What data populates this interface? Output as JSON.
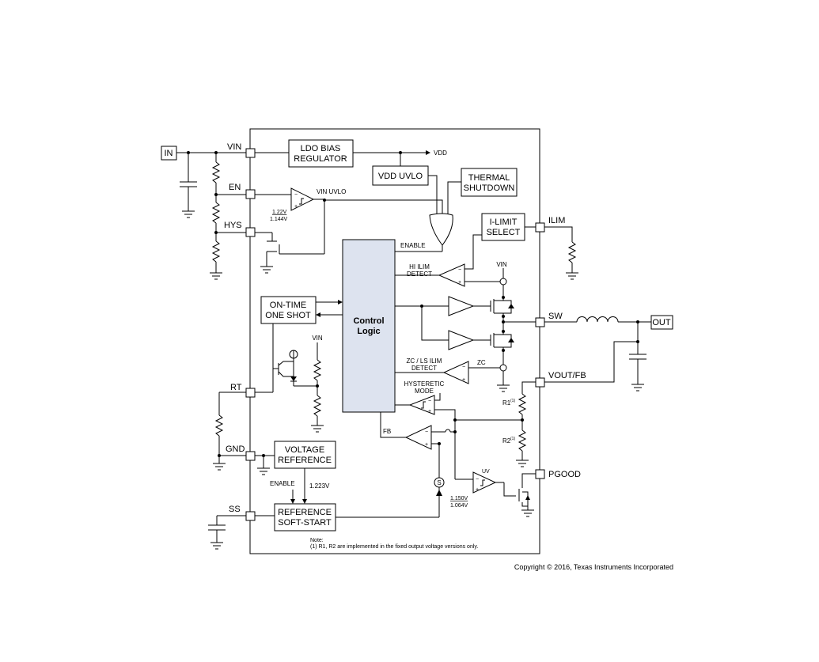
{
  "pins": {
    "vin": "VIN",
    "en": "EN",
    "hys": "HYS",
    "rt": "RT",
    "gnd": "GND",
    "ss": "SS",
    "ilim": "ILIM",
    "sw": "SW",
    "vout_fb": "VOUT/FB",
    "pgood": "PGOOD"
  },
  "terminals": {
    "in": "IN",
    "out": "OUT"
  },
  "blocks": {
    "ldo_line1": "LDO BIAS",
    "ldo_line2": "REGULATOR",
    "vdd_uvlo": "VDD UVLO",
    "thermal_line1": "THERMAL",
    "thermal_line2": "SHUTDOWN",
    "ilimit_line1": "I-LIMIT",
    "ilimit_line2": "SELECT",
    "ontime_line1": "ON-TIME",
    "ontime_line2": "ONE SHOT",
    "control_line1": "Control",
    "control_line2": "Logic",
    "vref_line1": "VOLTAGE",
    "vref_line2": "REFERENCE",
    "refss_line1": "REFERENCE",
    "refss_line2": "SOFT-START"
  },
  "signals": {
    "vdd": "VDD",
    "vin_uvlo": "VIN UVLO",
    "enable": "ENABLE",
    "hi_ilim_line1": "HI ILIM",
    "hi_ilim_line2": "DETECT",
    "vin_a": "VIN",
    "vin_b": "VIN",
    "zc_ls_line1": "ZC / LS ILIM",
    "zc_ls_line2": "DETECT",
    "zc": "ZC",
    "hyst_line1": "HYSTERETIC",
    "hyst_line2": "MODE",
    "fb": "FB",
    "uv": "UV",
    "enable_ref": "ENABLE",
    "v1223": "1.223V",
    "s": "S",
    "r1": "R1",
    "r2": "R2",
    "r_note_sup": "(1)"
  },
  "thresholds": {
    "en_high": "1.22V",
    "en_low": "1.144V",
    "uv_high": "1.150V",
    "uv_low": "1.064V"
  },
  "note": {
    "title": "Note:",
    "line1": "(1)  R1, R2 are implemented in the fixed output voltage versions only."
  },
  "copyright": "Copyright © 2016, Texas Instruments Incorporated"
}
